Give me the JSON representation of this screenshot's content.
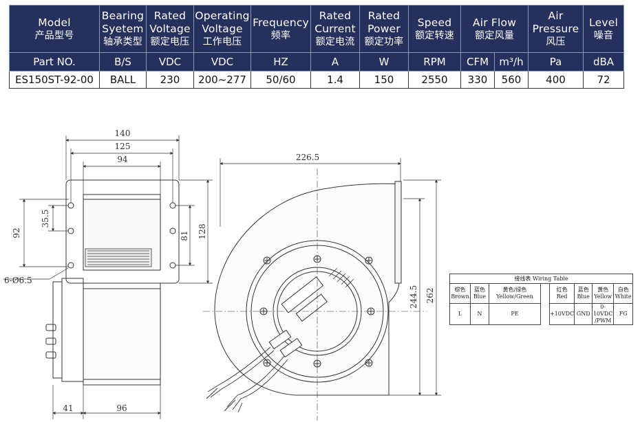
{
  "spec_table": {
    "headers": [
      {
        "en": "Model",
        "zh": "产品型号"
      },
      {
        "en": "Bearing Syetem",
        "zh": "轴承类型"
      },
      {
        "en": "Rated Voltage",
        "zh": "额定电压"
      },
      {
        "en": "Operating Voltage",
        "zh": "工作电压"
      },
      {
        "en": "Frequency",
        "zh": "频率"
      },
      {
        "en": "Rated Current",
        "zh": "额定电流"
      },
      {
        "en": "Rated Power",
        "zh": "额定功率"
      },
      {
        "en": "Speed",
        "zh": "额定转速"
      },
      {
        "en": "Air Flow",
        "zh": "额定风量"
      },
      {
        "en": "Air Pressure",
        "zh": "风压"
      },
      {
        "en": "Level",
        "zh": "噪音"
      }
    ],
    "units": [
      "Part NO.",
      "B/S",
      "VDC",
      "VDC",
      "HZ",
      "A",
      "W",
      "RPM",
      "CFM",
      "m³/h",
      "Pa",
      "dBA"
    ],
    "row": [
      "ES150ST-92-00",
      "BALL",
      "230",
      "200~277",
      "50/60",
      "1.4",
      "150",
      "2550",
      "330",
      "560",
      "400",
      "72"
    ],
    "header_color": "#26305c"
  },
  "side_view_dims": {
    "w140": "140",
    "w125": "125",
    "w94": "94",
    "h35_5": "35.5",
    "h92": "92",
    "h81": "81",
    "h128": "128",
    "holes": "6-Ø6.5",
    "b41": "41",
    "b96": "96"
  },
  "front_view_dims": {
    "w226_5": "226.5",
    "h244_5": "244.5",
    "h262": "262"
  },
  "wiring_table": {
    "title": "接线表 Wiring Table",
    "colors": [
      {
        "zh": "棕色",
        "en": "Brown",
        "value": "L"
      },
      {
        "zh": "蓝色",
        "en": "Blue",
        "value": "N"
      },
      {
        "zh": "黄色/绿色",
        "en": "Yellow/Green",
        "value": "PE"
      },
      {
        "zh": "红色",
        "en": "Red",
        "value": "+10VDC"
      },
      {
        "zh": "蓝色",
        "en": "Blue",
        "value": "GND"
      },
      {
        "zh": "黄色",
        "en": "Yellow",
        "value": "0-10VDC /PWM"
      },
      {
        "zh": "白色",
        "en": "White",
        "value": "FG"
      }
    ]
  }
}
